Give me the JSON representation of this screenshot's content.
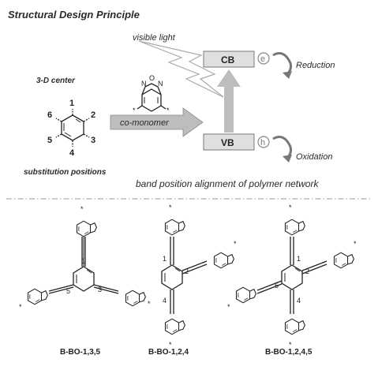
{
  "title": "Structural Design Principle",
  "light_label": "visible light",
  "center_label": "3-D center",
  "substitution_label": "substitution positions",
  "comonomer_label": "co-monomer",
  "band_caption": "band position alignment of polymer network",
  "bands": {
    "cb": "CB",
    "vb": "VB",
    "electron": "e",
    "hole": "h",
    "reduction": "Reduction",
    "oxidation": "Oxidation"
  },
  "positions": [
    "1",
    "2",
    "3",
    "4",
    "5",
    "6"
  ],
  "atoms": {
    "N": "N",
    "O": "O",
    "star": "*"
  },
  "structures": {
    "s1": {
      "name": "B-BO-1,3,5",
      "labels": [
        "1",
        "3",
        "5"
      ]
    },
    "s2": {
      "name": "B-BO-1,2,4",
      "labels": [
        "1",
        "2",
        "4"
      ]
    },
    "s3": {
      "name": "B-BO-1,2,4,5",
      "labels": [
        "1",
        "2",
        "4",
        "5"
      ]
    }
  },
  "colors": {
    "arrow_fill": "#bdbdbd",
    "box_fill": "#e0e0e0",
    "text": "#2a2a2a"
  }
}
